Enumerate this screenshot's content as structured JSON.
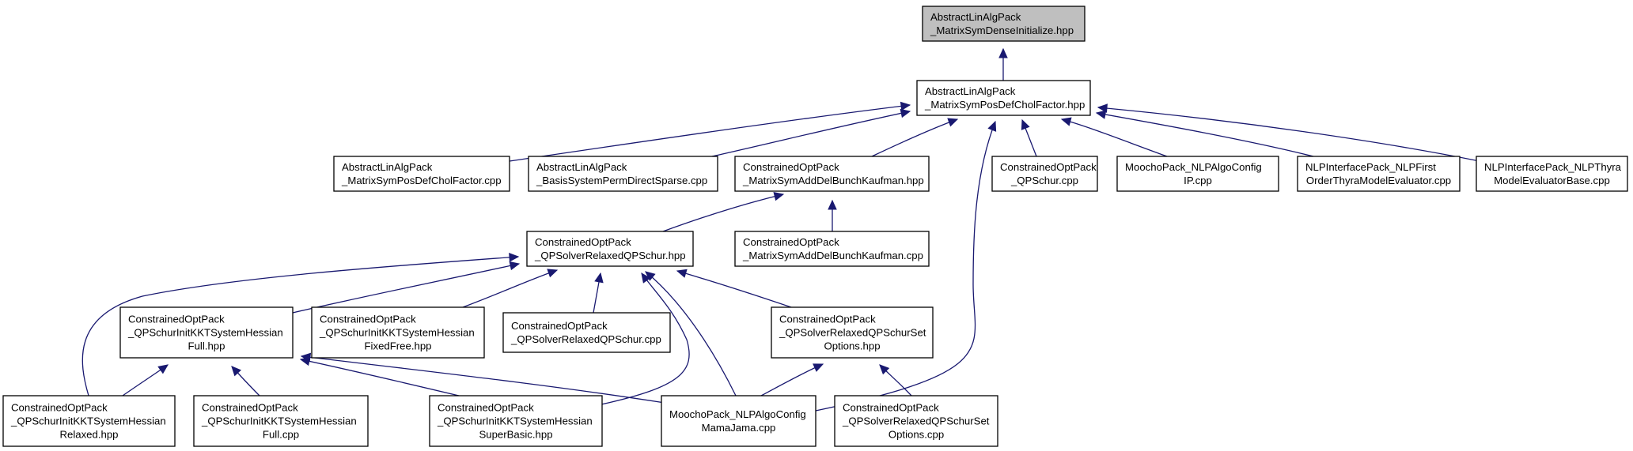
{
  "diagram": {
    "edge_color": "#191970",
    "root_fill": "#bfbfbf",
    "nodes": [
      {
        "id": "root",
        "lines": [
          "AbstractLinAlgPack",
          "_MatrixSymDenseInitialize.hpp"
        ]
      },
      {
        "id": "chol_hpp",
        "lines": [
          "AbstractLinAlgPack",
          "_MatrixSymPosDefCholFactor.hpp"
        ]
      },
      {
        "id": "chol_cpp",
        "lines": [
          "AbstractLinAlgPack",
          "_MatrixSymPosDefCholFactor.cpp"
        ]
      },
      {
        "id": "basis_perm",
        "lines": [
          "AbstractLinAlgPack",
          "_BasisSystemPermDirectSparse.cpp"
        ]
      },
      {
        "id": "bunch_hpp",
        "lines": [
          "ConstrainedOptPack",
          "_MatrixSymAddDelBunchKaufman.hpp"
        ]
      },
      {
        "id": "qpschur_cpp",
        "lines": [
          "ConstrainedOptPack",
          "_QPSchur.cpp"
        ]
      },
      {
        "id": "nlpalgo_ip",
        "lines": [
          "MoochoPack_NLPAlgoConfig",
          "IP.cpp"
        ]
      },
      {
        "id": "nlpfirst",
        "lines": [
          "NLPInterfacePack_NLPFirst",
          "OrderThyraModelEvaluator.cpp"
        ]
      },
      {
        "id": "nlpthyra",
        "lines": [
          "NLPInterfacePack_NLPThyra",
          "ModelEvaluatorBase.cpp"
        ]
      },
      {
        "id": "relaxed_hpp",
        "lines": [
          "ConstrainedOptPack",
          "_QPSolverRelaxedQPSchur.hpp"
        ]
      },
      {
        "id": "bunch_cpp",
        "lines": [
          "ConstrainedOptPack",
          "_MatrixSymAddDelBunchKaufman.cpp"
        ]
      },
      {
        "id": "full_hpp",
        "lines": [
          "ConstrainedOptPack",
          "_QPSchurInitKKTSystemHessian",
          "Full.hpp"
        ]
      },
      {
        "id": "fixedfree_hpp",
        "lines": [
          "ConstrainedOptPack",
          "_QPSchurInitKKTSystemHessian",
          "FixedFree.hpp"
        ]
      },
      {
        "id": "relaxed_cpp",
        "lines": [
          "ConstrainedOptPack",
          "_QPSolverRelaxedQPSchur.cpp"
        ]
      },
      {
        "id": "setopts_hpp",
        "lines": [
          "ConstrainedOptPack",
          "_QPSolverRelaxedQPSchurSet",
          "Options.hpp"
        ]
      },
      {
        "id": "relaxedh_hpp",
        "lines": [
          "ConstrainedOptPack",
          "_QPSchurInitKKTSystemHessian",
          "Relaxed.hpp"
        ]
      },
      {
        "id": "full_cpp",
        "lines": [
          "ConstrainedOptPack",
          "_QPSchurInitKKTSystemHessian",
          "Full.cpp"
        ]
      },
      {
        "id": "superbasic_hpp",
        "lines": [
          "ConstrainedOptPack",
          "_QPSchurInitKKTSystemHessian",
          "SuperBasic.hpp"
        ]
      },
      {
        "id": "mamajama",
        "lines": [
          "MoochoPack_NLPAlgoConfig",
          "MamaJama.cpp"
        ]
      },
      {
        "id": "setopts_cpp",
        "lines": [
          "ConstrainedOptPack",
          "_QPSolverRelaxedQPSchurSet",
          "Options.cpp"
        ]
      }
    ],
    "edges": [
      {
        "from": "chol_hpp",
        "to": "root"
      },
      {
        "from": "chol_cpp",
        "to": "chol_hpp"
      },
      {
        "from": "basis_perm",
        "to": "chol_hpp"
      },
      {
        "from": "bunch_hpp",
        "to": "chol_hpp"
      },
      {
        "from": "qpschur_cpp",
        "to": "chol_hpp"
      },
      {
        "from": "nlpalgo_ip",
        "to": "chol_hpp"
      },
      {
        "from": "nlpfirst",
        "to": "chol_hpp"
      },
      {
        "from": "nlpthyra",
        "to": "chol_hpp"
      },
      {
        "from": "mamajama",
        "to": "chol_hpp"
      },
      {
        "from": "relaxed_hpp",
        "to": "bunch_hpp"
      },
      {
        "from": "bunch_cpp",
        "to": "bunch_hpp"
      },
      {
        "from": "relaxedh_hpp",
        "to": "relaxed_hpp"
      },
      {
        "from": "full_hpp",
        "to": "relaxed_hpp"
      },
      {
        "from": "fixedfree_hpp",
        "to": "relaxed_hpp"
      },
      {
        "from": "relaxed_cpp",
        "to": "relaxed_hpp"
      },
      {
        "from": "superbasic_hpp",
        "to": "relaxed_hpp"
      },
      {
        "from": "mamajama",
        "to": "relaxed_hpp"
      },
      {
        "from": "setopts_hpp",
        "to": "relaxed_hpp"
      },
      {
        "from": "relaxedh_hpp",
        "to": "full_hpp"
      },
      {
        "from": "full_cpp",
        "to": "full_hpp"
      },
      {
        "from": "superbasic_hpp",
        "to": "full_hpp"
      },
      {
        "from": "mamajama",
        "to": "full_hpp"
      },
      {
        "from": "mamajama",
        "to": "setopts_hpp"
      },
      {
        "from": "setopts_cpp",
        "to": "setopts_hpp"
      }
    ]
  }
}
